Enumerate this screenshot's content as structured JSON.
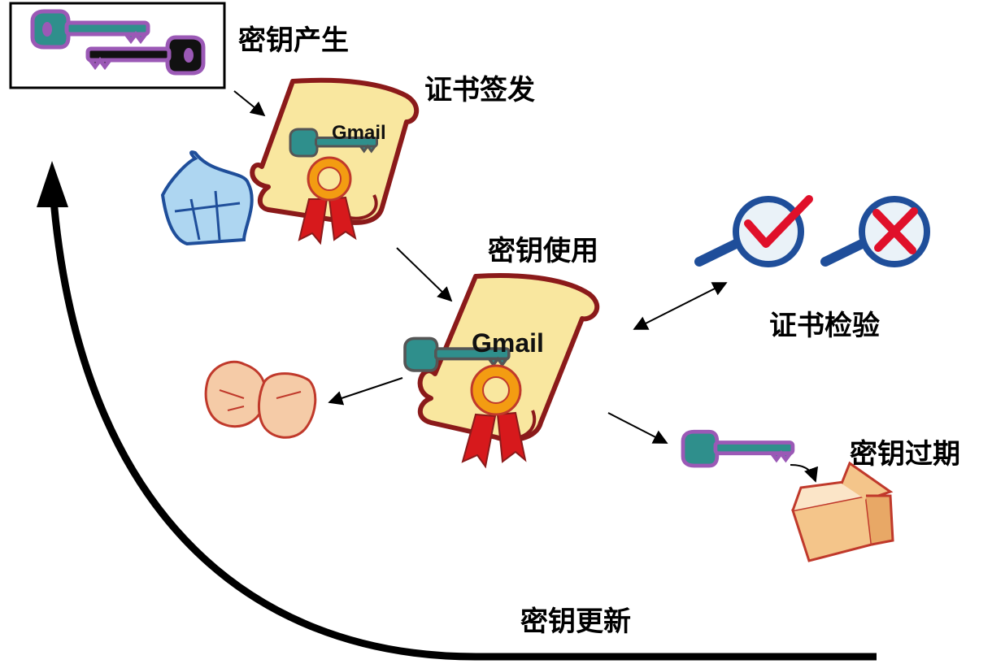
{
  "labels": {
    "key_generation": "密钥产生",
    "cert_issuance": "证书签发",
    "key_usage": "密钥使用",
    "cert_verification": "证书检验",
    "key_expiry": "密钥过期",
    "key_update": "密钥更新"
  },
  "certificates": {
    "issued_domain": "Gmail",
    "in_use_domain": "Gmail"
  },
  "colors": {
    "scroll_fill": "#f9e79f",
    "scroll_stroke": "#8b1a1a",
    "key_teal": "#2f8f8c",
    "key_purple": "#9b59b6",
    "key_black": "#111111",
    "ribbon_red": "#d7191c",
    "seal_orange": "#f39c12",
    "check_red": "#e0102a",
    "lens_blue": "#1f4e9a",
    "box_tan": "#f4c58a",
    "arrow_black": "#000000"
  },
  "icons": [
    "key-pair-icon",
    "certificate-scroll-icon",
    "magnifier-check-icon",
    "magnifier-cross-icon",
    "trash-bin-icon",
    "crumpled-paper-icon",
    "open-box-icon",
    "key-icon"
  ]
}
